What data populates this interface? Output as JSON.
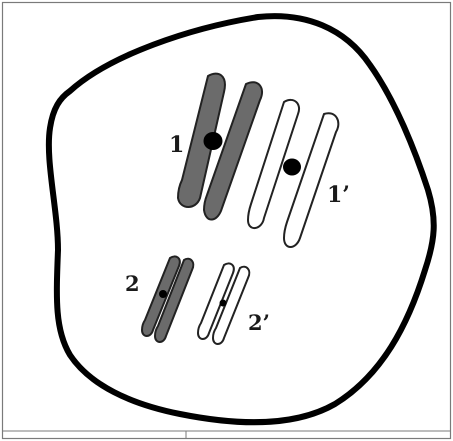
{
  "figure": {
    "chromosomes": [
      {
        "label": "1",
        "fill": "#6b6b6b",
        "size": "large"
      },
      {
        "label": "1’",
        "fill": "#ffffff",
        "size": "large"
      },
      {
        "label": "2",
        "fill": "#6b6b6b",
        "size": "small"
      },
      {
        "label": "2’",
        "fill": "#ffffff",
        "size": "small"
      }
    ],
    "colors": {
      "stroke": "#111111",
      "frame": "#7a7a7a",
      "centromere": "#000000"
    }
  }
}
